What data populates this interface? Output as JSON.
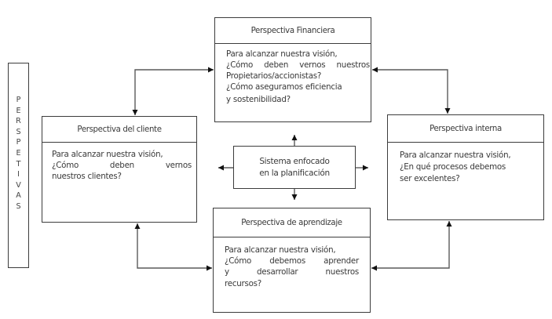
{
  "side_label": {
    "text": "PERSPETIVAS",
    "letters": [
      "P",
      "E",
      "R",
      "S",
      "P",
      "E",
      "T",
      "I",
      "V",
      "A",
      "S"
    ]
  },
  "center": {
    "lines": [
      "Sistema enfocado",
      "en la planificación"
    ]
  },
  "financiera": {
    "title": "Perspectiva Financiera",
    "lines": [
      "Para alcanzar nuestra visión,",
      "¿Cómo deben vernos nuestros",
      "Propietarios/accionistas?",
      "¿Cómo aseguramos eficiencia",
      "y sostenibilidad?"
    ]
  },
  "cliente": {
    "title": "Perspectiva del cliente",
    "lines": [
      "Para alcanzar nuestra visión,",
      "¿Cómo deben vernos",
      "nuestros clientes?"
    ]
  },
  "interna": {
    "title": "Perspectiva interna",
    "lines": [
      "Para alcanzar nuestra visión,",
      "¿En qué procesos debemos",
      "ser excelentes?"
    ]
  },
  "aprendizaje": {
    "title": "Perspectiva de aprendizaje",
    "lines": [
      "Para alcanzar nuestra visión,",
      "¿Cómo debemos aprender",
      "y desarrollar nuestros",
      "recursos?"
    ]
  },
  "connectors": [
    {
      "from": "cliente",
      "to": "financiera",
      "arrows": "both"
    },
    {
      "from": "financiera",
      "to": "interna",
      "arrows": "both"
    },
    {
      "from": "aprendizaje",
      "to": "cliente",
      "arrows": "both"
    },
    {
      "from": "aprendizaje",
      "to": "interna",
      "arrows": "both"
    },
    {
      "from": "center",
      "to": "financiera",
      "arrows": "end"
    },
    {
      "from": "center",
      "to": "cliente",
      "arrows": "end"
    },
    {
      "from": "center",
      "to": "interna",
      "arrows": "end"
    },
    {
      "from": "center",
      "to": "aprendizaje",
      "arrows": "end"
    }
  ],
  "colors": {
    "line": "#5a5a5a",
    "border": "#3c3c3c",
    "text": "#3a3a3a",
    "background": "#ffffff"
  }
}
